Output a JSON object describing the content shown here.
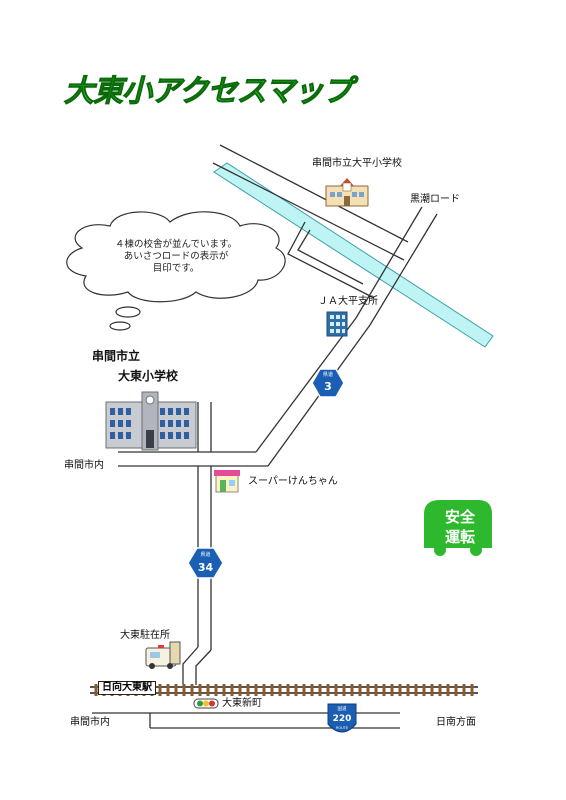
{
  "title": "大東小アクセスマップ",
  "cloud_note": [
    "４棟の校舎が並んでいます。",
    "あいさつロードの表示が",
    "目印です。"
  ],
  "labels": {
    "taihei_school": "串間市立大平小学校",
    "kuroshio_road": "黒潮ロード",
    "ja": "ＪＡ大平支所",
    "daito_school_1": "串間市立",
    "daito_school_2": "大東小学校",
    "kushima_nai_upper": "串間市内",
    "supermarket": "スーパーけんちゃん",
    "police": "大東駐在所",
    "station": "日向大東駅",
    "daito_shinmachi": "大東新町",
    "kushima_nai_lower": "串間市内",
    "nichinan": "日南方面"
  },
  "route_signs": {
    "r3": {
      "top": "県道",
      "number": "3"
    },
    "r34": {
      "top": "県道",
      "number": "34"
    },
    "r220": {
      "top": "国道",
      "number": "220",
      "bottom": "ROUTE"
    }
  },
  "safety_sign": [
    "安全",
    "運転"
  ],
  "colors": {
    "title_green": "#33cc33",
    "river": "#bff4f4",
    "river_edge": "#3b9fa8",
    "route_sign": "#1a5fb4",
    "safety_green": "#2db82d"
  }
}
